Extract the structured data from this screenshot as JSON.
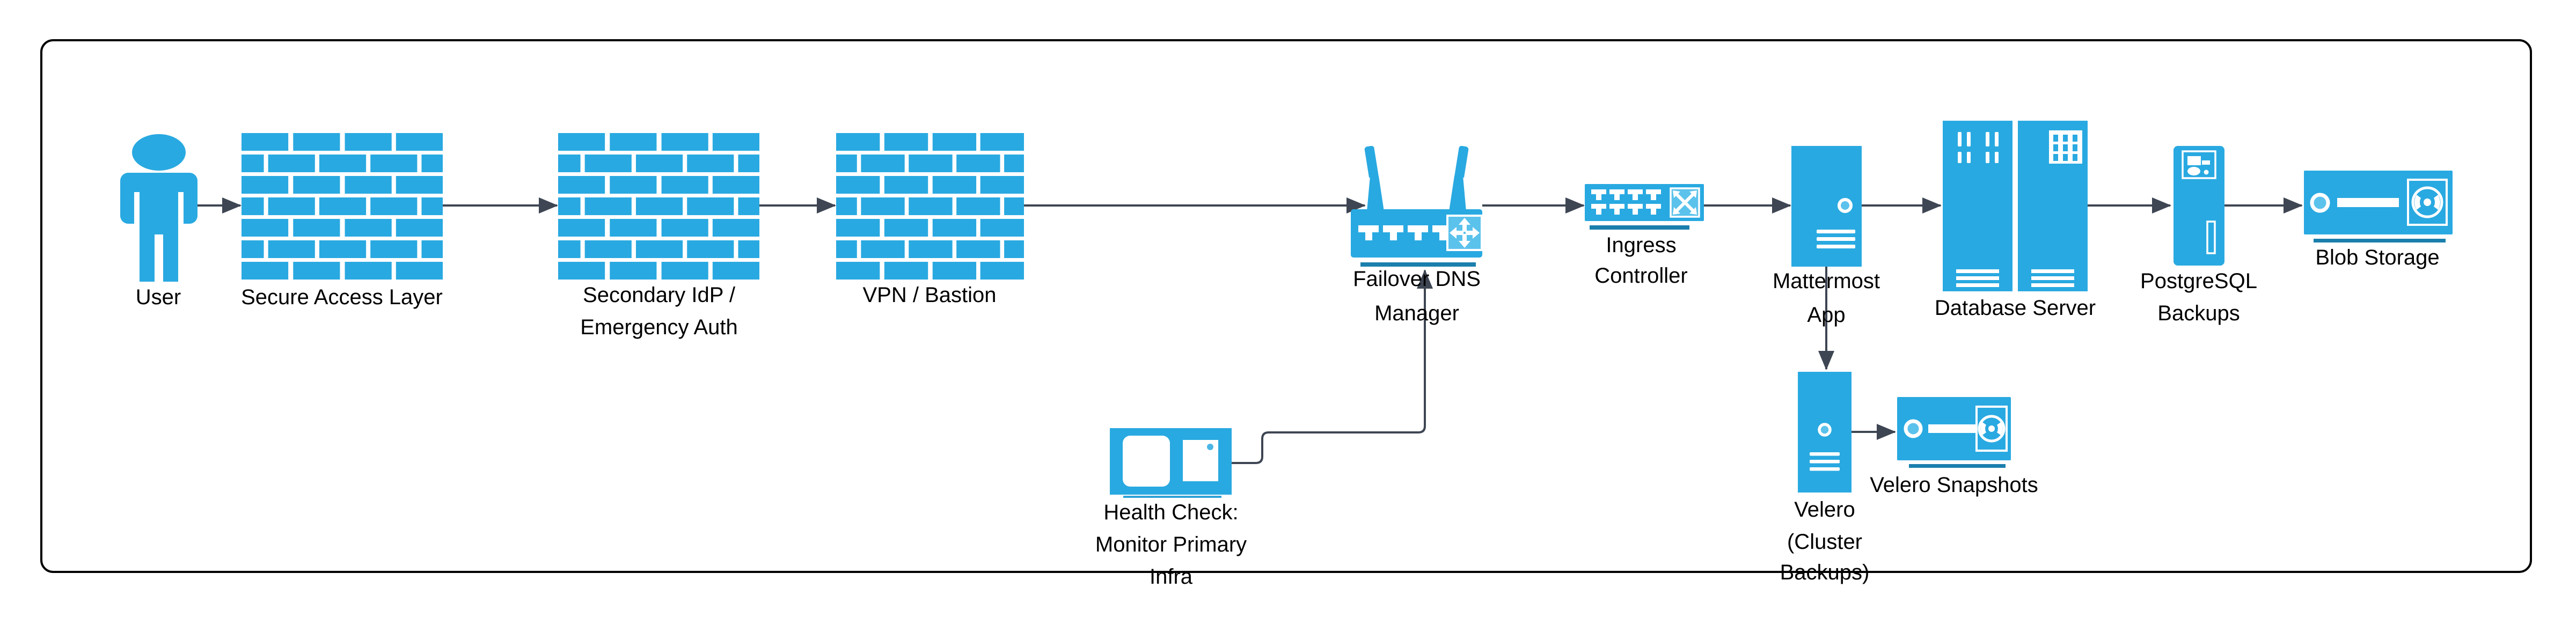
{
  "diagram": {
    "type": "architecture-flow",
    "colors": {
      "icon_blue": "#29A9E1",
      "icon_blue_light": "#5BC2EC",
      "underline_blue": "#1B7FAD",
      "connector_gray": "#3E4653",
      "text": "#000000",
      "frame_border": "#000000",
      "background": "#FFFFFF"
    }
  },
  "nodes": [
    {
      "id": "user",
      "icon": "person-icon",
      "label_lines": [
        "User"
      ]
    },
    {
      "id": "secure-access-layer",
      "icon": "firewall-icon",
      "label_lines": [
        "Secure Access Layer"
      ]
    },
    {
      "id": "secondary-idp",
      "icon": "firewall-icon",
      "label_lines": [
        "Secondary IdP /",
        "Emergency Auth"
      ]
    },
    {
      "id": "vpn-bastion",
      "icon": "firewall-icon",
      "label_lines": [
        "VPN / Bastion"
      ]
    },
    {
      "id": "failover-dns-manager",
      "icon": "wireless-router-icon",
      "label_lines": [
        "Failover DNS",
        "Manager"
      ]
    },
    {
      "id": "ingress-controller",
      "icon": "network-switch-icon",
      "label_lines": [
        "Ingress",
        "Controller"
      ]
    },
    {
      "id": "mattermost-app",
      "icon": "server-tower-icon",
      "label_lines": [
        "Mattermost",
        "App"
      ]
    },
    {
      "id": "database-server",
      "icon": "server-rack-icon",
      "label_lines": [
        "Database Server"
      ]
    },
    {
      "id": "postgresql-backups",
      "icon": "backup-server-icon",
      "label_lines": [
        "PostgreSQL",
        "Backups"
      ]
    },
    {
      "id": "blob-storage",
      "icon": "tape-storage-icon",
      "label_lines": [
        "Blob Storage"
      ]
    },
    {
      "id": "health-check",
      "icon": "monitor-icon",
      "label_lines": [
        "Health Check:",
        "Monitor Primary",
        "Infra"
      ]
    },
    {
      "id": "velero-cluster-backups",
      "icon": "server-tower-icon",
      "label_lines": [
        "Velero",
        "(Cluster",
        "Backups)"
      ]
    },
    {
      "id": "velero-snapshots",
      "icon": "tape-storage-icon",
      "label_lines": [
        "Velero Snapshots"
      ]
    }
  ],
  "connections": [
    {
      "from": "user",
      "to": "secure-access-layer"
    },
    {
      "from": "secure-access-layer",
      "to": "secondary-idp"
    },
    {
      "from": "secondary-idp",
      "to": "vpn-bastion"
    },
    {
      "from": "vpn-bastion",
      "to": "failover-dns-manager"
    },
    {
      "from": "failover-dns-manager",
      "to": "ingress-controller"
    },
    {
      "from": "ingress-controller",
      "to": "mattermost-app"
    },
    {
      "from": "mattermost-app",
      "to": "database-server"
    },
    {
      "from": "database-server",
      "to": "postgresql-backups"
    },
    {
      "from": "postgresql-backups",
      "to": "blob-storage"
    },
    {
      "from": "mattermost-app",
      "to": "velero-cluster-backups"
    },
    {
      "from": "velero-cluster-backups",
      "to": "velero-snapshots"
    },
    {
      "from": "health-check",
      "to": "failover-dns-manager"
    }
  ]
}
